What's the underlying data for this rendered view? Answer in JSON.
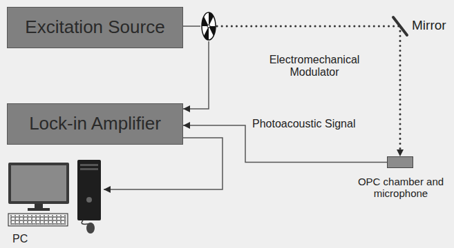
{
  "diagram": {
    "nodes": [
      {
        "text": [
          "Excitation Source"
        ]
      },
      {
        "text": [
          "Electromechanical Modulator"
        ]
      },
      {
        "text": [
          "Mirror"
        ]
      },
      {
        "text": [
          "Lock-in Amplifier"
        ]
      },
      {
        "text": [
          "OPC chamber and microphone"
        ]
      },
      {
        "text": [
          "PC"
        ]
      }
    ],
    "edges": [
      {
        "from": 0,
        "to": 1,
        "arrow": "none"
      },
      {
        "from": 1,
        "to": 2,
        "arrow": "none"
      },
      {
        "from": 2,
        "to": 4,
        "arrow": "to"
      },
      {
        "from": 1,
        "to": 3,
        "arrow": "to"
      },
      {
        "from": 4,
        "to": 3,
        "label": "Photoacoustic Signal",
        "arrow": "to"
      },
      {
        "from": 3,
        "to": 5,
        "arrow": "to"
      }
    ]
  }
}
